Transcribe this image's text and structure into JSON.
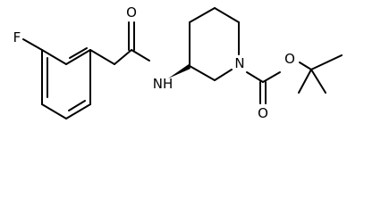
{
  "atoms": {
    "fluorine": "F",
    "amide_oxygen": "O",
    "amide_nitrogen": "NH",
    "ring_nitrogen": "N",
    "ester_oxygen": "O",
    "carbonyl_oxygen": "O"
  },
  "stereo": {
    "c3_to_nh": "wedge"
  }
}
